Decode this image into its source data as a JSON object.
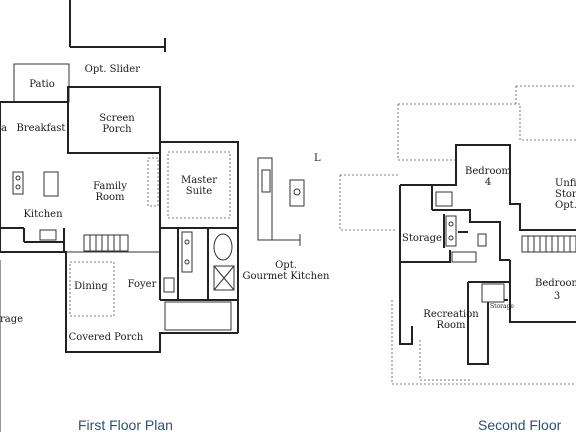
{
  "first_floor": {
    "caption": "First Floor Plan",
    "rooms": {
      "opt_slider": "Opt. Slider",
      "patio": "Patio",
      "breakfast": "Breakfast",
      "screen": "Screen",
      "porch": "Porch",
      "family": "Family",
      "room": "Room",
      "master": "Master",
      "suite": "Suite",
      "kitchen": "Kitchen",
      "dining": "Dining",
      "foyer": "Foyer",
      "garage": "rage",
      "covered_porch": "Covered Porch",
      "opt_gk_1": "Opt.",
      "opt_gk_2": "Gourmet Kitchen",
      "mark": "L",
      "edge_letter": "a"
    }
  },
  "second_floor": {
    "caption": "Second Floor",
    "rooms": {
      "bedroom4_1": "Bedroom",
      "bedroom4_2": "4",
      "unfin_1": "Unfi",
      "unfin_2": "Stor",
      "unfin_3": "Opt.",
      "storage": "Storage",
      "bedroom3_1": "Bedroom",
      "bedroom3_2": "3",
      "rec_1": "Recreation",
      "rec_2": "Room",
      "storage_small": "Storage"
    }
  }
}
